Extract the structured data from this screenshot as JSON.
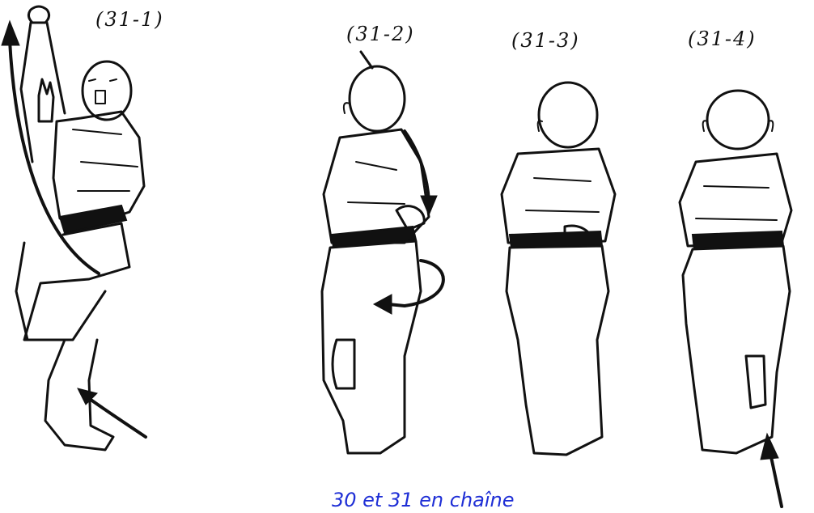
{
  "figures": [
    {
      "label": "(31-1)",
      "icon": "kick-preparation-figure-icon"
    },
    {
      "label": "(31-2)",
      "icon": "turning-figure-back-view-icon"
    },
    {
      "label": "(31-3)",
      "icon": "standing-figure-back-view-icon"
    },
    {
      "label": "(31-4)",
      "icon": "stepping-figure-back-view-icon"
    }
  ],
  "caption": "30 et 31 en chaîne",
  "colors": {
    "ink": "#111111",
    "caption": "#1f2fd6",
    "background": "#ffffff"
  }
}
